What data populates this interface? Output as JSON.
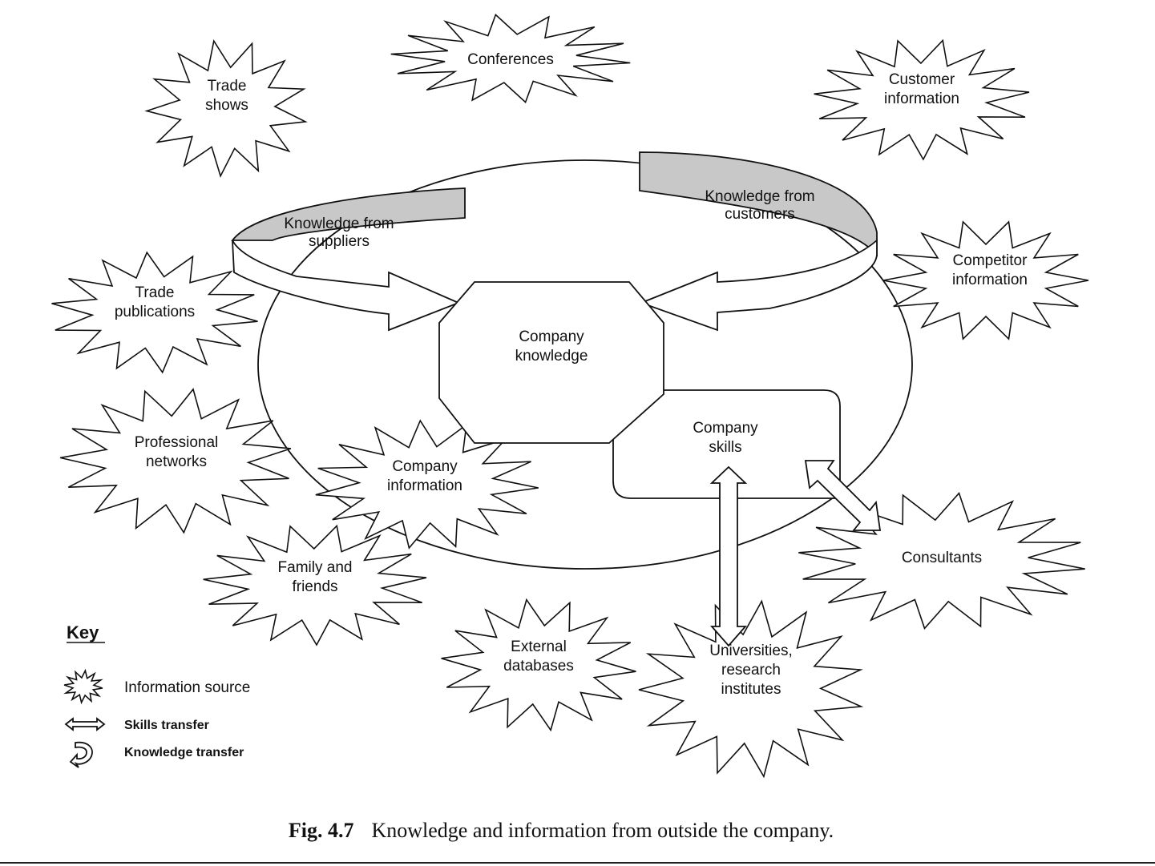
{
  "diagram": {
    "sources": {
      "trade_shows": [
        "Trade",
        "shows"
      ],
      "conferences": [
        "Conferences"
      ],
      "customer_information": [
        "Customer",
        "information"
      ],
      "competitor_information": [
        "Competitor",
        "information"
      ],
      "trade_publications": [
        "Trade",
        "publications"
      ],
      "professional_networks": [
        "Professional",
        "networks"
      ],
      "company_information": [
        "Company",
        "information"
      ],
      "family_and_friends": [
        "Family and",
        "friends"
      ],
      "external_databases": [
        "External",
        "databases"
      ],
      "universities": [
        "Universities,",
        "research",
        "institutes"
      ],
      "consultants": [
        "Consultants"
      ]
    },
    "core": {
      "company_knowledge": [
        "Company",
        "knowledge"
      ],
      "company_skills": [
        "Company",
        "skills"
      ]
    },
    "flows": {
      "knowledge_from_suppliers": [
        "Knowledge from",
        "suppliers"
      ],
      "knowledge_from_customers": [
        "Knowledge from",
        "customers"
      ]
    },
    "key": {
      "title": "Key",
      "information_source": "Information  source",
      "skills_transfer": "Skills transfer",
      "knowledge_transfer": "Knowledge transfer"
    }
  },
  "caption": {
    "label": "Fig. 4.7",
    "text": "Knowledge and information from outside the company."
  }
}
